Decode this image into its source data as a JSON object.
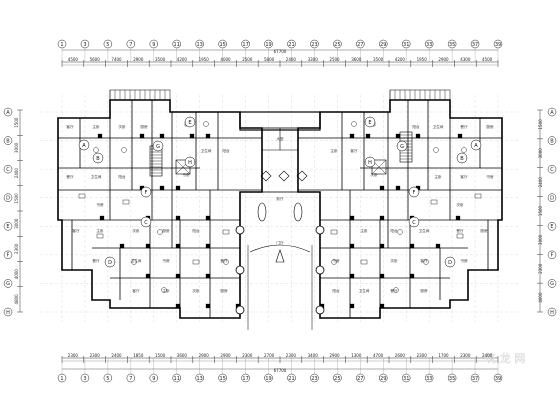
{
  "drawing": {
    "overall_dimension_top": "67700",
    "overall_dimension_bottom": "67700",
    "watermark": "筑 龙 网",
    "dims_top": [
      "4500",
      "5600",
      "7400",
      "2900",
      "3500",
      "4200",
      "1950",
      "4000",
      "2500",
      "5800",
      "2400",
      "3300",
      "2500",
      "3600",
      "3500",
      "4200",
      "1950",
      "2900",
      "4300",
      "4500"
    ],
    "dims_bottom": [
      "2300",
      "2300",
      "2400",
      "1850",
      "1500",
      "3600",
      "2900",
      "2900",
      "2300",
      "2700",
      "2300",
      "3400",
      "2900",
      "1300",
      "4700",
      "2600",
      "2300",
      "1700",
      "2300",
      "2400"
    ],
    "dims_left": [
      "1500",
      "3000",
      "2400",
      "1500",
      "3000",
      "2300",
      "4000",
      "4800"
    ],
    "dims_right": [
      "1500",
      "3000",
      "2400",
      "1500",
      "3000",
      "2300",
      "4000"
    ],
    "units": [
      "A",
      "B",
      "C",
      "D",
      "E",
      "F",
      "G",
      "H"
    ],
    "center_labels": [
      "大堂",
      "前厅",
      "门厅"
    ],
    "room_labels": [
      "客厅",
      "主卧",
      "次卧",
      "厨房",
      "餐厅",
      "卫生间",
      "阳台",
      "书房"
    ],
    "axis_numbers": [
      "1",
      "3",
      "5",
      "7",
      "9",
      "11",
      "13",
      "15",
      "17",
      "19",
      "21",
      "23",
      "25",
      "27",
      "29",
      "31",
      "33",
      "35",
      "37",
      "39"
    ],
    "axis_letters": [
      "A",
      "B",
      "C",
      "D",
      "E",
      "F",
      "G",
      "H"
    ]
  }
}
